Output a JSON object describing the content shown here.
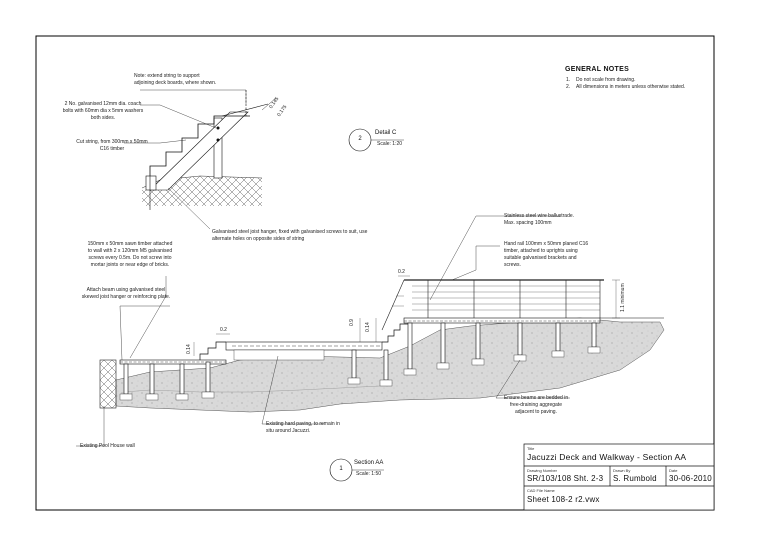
{
  "general_notes": {
    "title": "GENERAL NOTES",
    "items": [
      {
        "num": "1.",
        "text": "Do not scale from drawing."
      },
      {
        "num": "2.",
        "text": "All dimensions in meters unless otherwise stated."
      }
    ]
  },
  "detail_c": {
    "number": "2",
    "name": "Detail C",
    "scale": "Scale: 1:20",
    "notes": {
      "extend_string": "Note: extend string to support\nadjoining deck boards, where shown.",
      "coach_bolts": "2 No. galvanised 12mm dia. coach\nbolts with 60mm dia x 5mm washers\nboth sides.",
      "cut_string": "Cut string, from 300mm x 50mm\nC16 timber",
      "joist_hanger": "Galvanised steel joist hanger, fixed with galvanised screws to suit, use\nalternate holes on opposite sides of string"
    },
    "dims": {
      "d1": "0.145",
      "d2": "0.175"
    }
  },
  "section_aa": {
    "number": "1",
    "name": "Section AA",
    "scale": "Scale: 1:50",
    "notes": {
      "sawn_timber": "150mm x 50mm sawn timber attached\nto wall with 2 x 120mm M5 galvanised\nscrews every 0.5m.  Do not screw into\nmortar joints or near edge of bricks.",
      "attach_beam": "Attach beam using galvanised steel\nskewed joist hanger or reinforcing plate.",
      "ballustrade": "Stainless steel wire ballustrade.\nMax. spacing 100mm",
      "hand_rail": "Hand rail 100mm x 50mm planed C16\ntimber, attached to uprights using\nsuitable galvanised brackets and\nscrews.",
      "beams_bedded": "Ensure beams are bedded in\nfree-draining aggregate\nadjacent to paving.",
      "hard_paving": "Existing hard paving, to remain in\nsitu around Jacuzzi.",
      "pool_house": "Existing Pool House wall"
    },
    "dims": {
      "d_top": "0.2",
      "d_mid": "0.2",
      "d_09": "0.9",
      "d_014a": "0.14",
      "d_014b": "0.14",
      "d_rail": "1.1 minimum"
    }
  },
  "title_block": {
    "title_caption": "Title",
    "title": "Jacuzzi Deck and Walkway - Section AA",
    "drawing_number_caption": "Drawing Number",
    "drawing_number": "SR/103/108 Sht. 2-3",
    "drawn_by_caption": "Drawn By",
    "drawn_by": "S. Rumbold",
    "date_caption": "Date",
    "date": "30-06-2010",
    "cad_caption": "CAD File Name",
    "cad_file": "Sheet 108-2 r2.vwx"
  }
}
